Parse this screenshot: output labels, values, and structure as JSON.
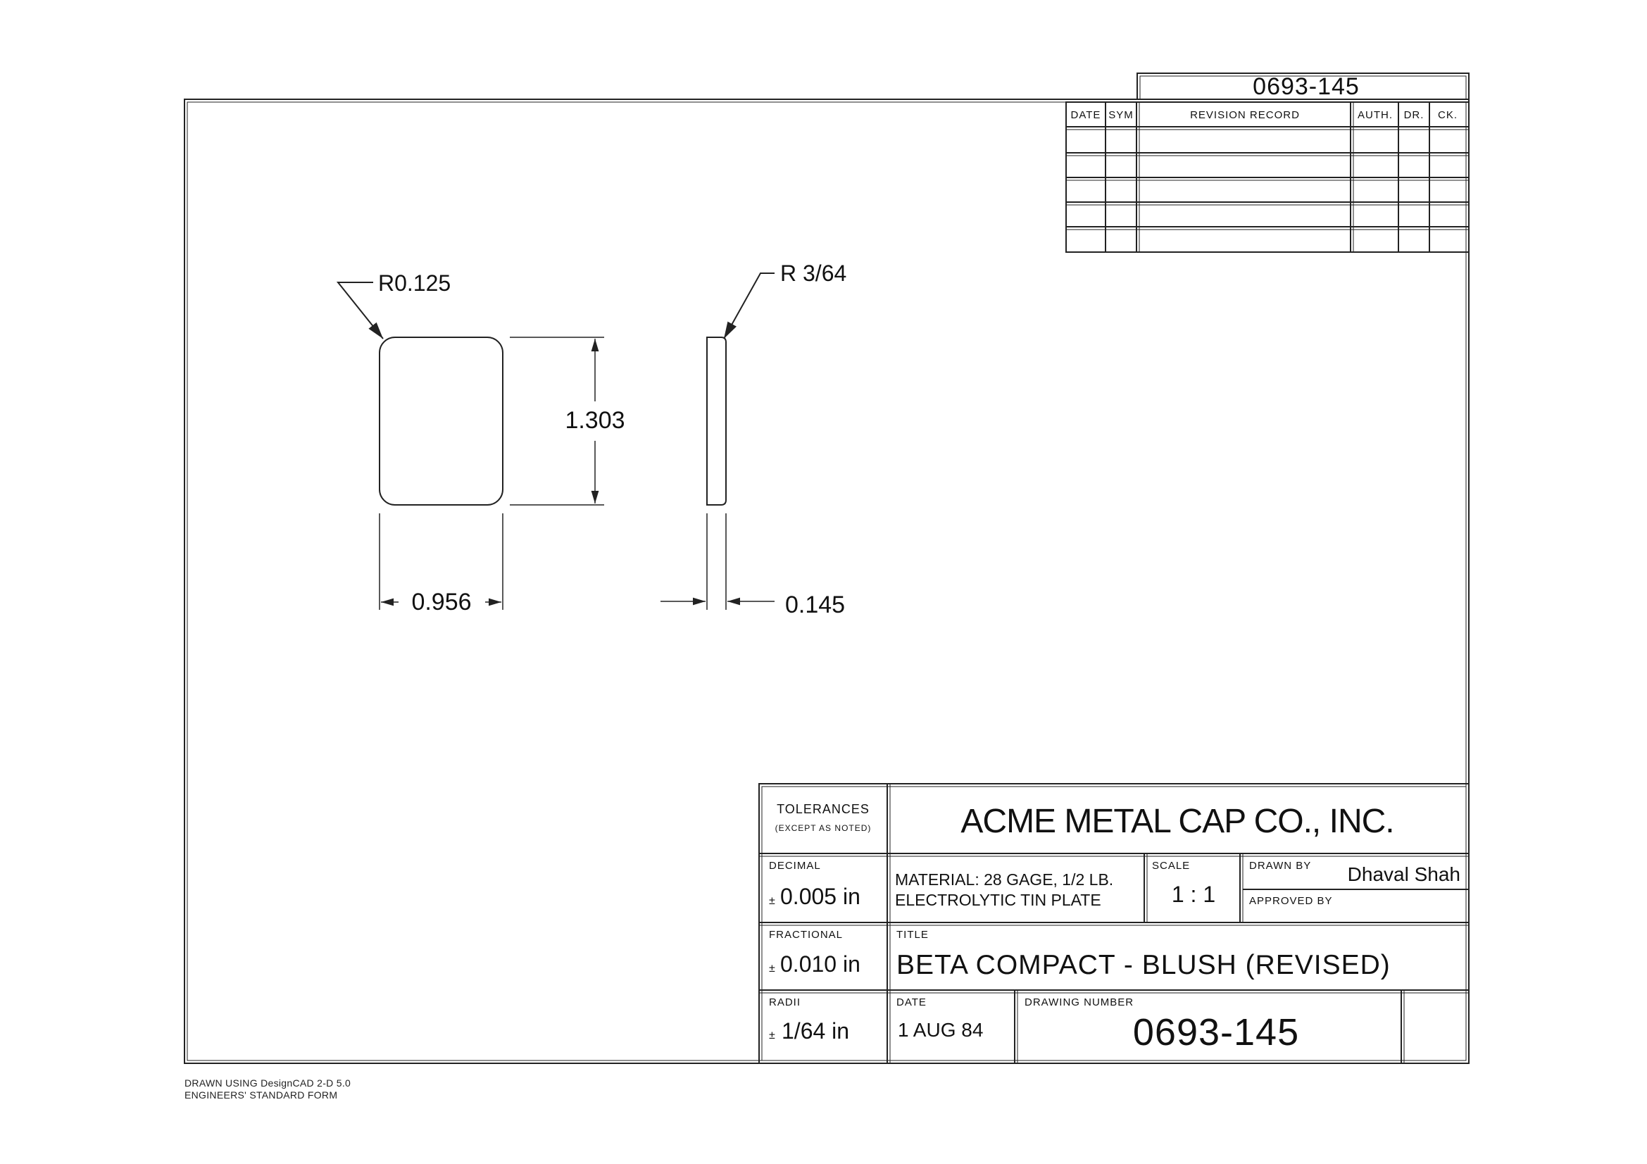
{
  "revision_block": {
    "drawing_number": "0693-145",
    "headers": {
      "date": "DATE",
      "sym": "SYM",
      "record": "REVISION RECORD",
      "auth": "AUTH.",
      "dr": "DR.",
      "ck": "CK."
    }
  },
  "part_views": {
    "front": {
      "corner_radius": "R0.125",
      "height": "1.303",
      "width": "0.956"
    },
    "side": {
      "edge_radius": "R 3/64",
      "thickness": "0.145"
    }
  },
  "title_block": {
    "tolerances_label": "TOLERANCES",
    "tolerances_note": "(EXCEPT AS NOTED)",
    "company": "ACME METAL CAP CO., INC.",
    "decimal_label": "DECIMAL",
    "decimal_value": "0.005 in",
    "material_line1": "MATERIAL: 28 GAGE, 1/2 LB.",
    "material_line2": "ELECTROLYTIC TIN PLATE",
    "scale_label": "SCALE",
    "scale_value": "1 : 1",
    "drawn_by_label": "DRAWN BY",
    "drawn_by_value": "Dhaval Shah",
    "approved_by_label": "APPROVED BY",
    "fractional_label": "FRACTIONAL",
    "fractional_value": "0.010 in",
    "title_label": "TITLE",
    "title_value": "BETA COMPACT - BLUSH (REVISED)",
    "radii_label": "RADII",
    "radii_value": "1/64 in",
    "date_label": "DATE",
    "date_value": "1 AUG 84",
    "drawing_number_label": "DRAWING NUMBER",
    "drawing_number_value": "0693-145",
    "plus_minus": "±"
  },
  "footer": {
    "line1": "DRAWN USING DesignCAD 2-D 5.0",
    "line2": "ENGINEERS' STANDARD FORM"
  }
}
